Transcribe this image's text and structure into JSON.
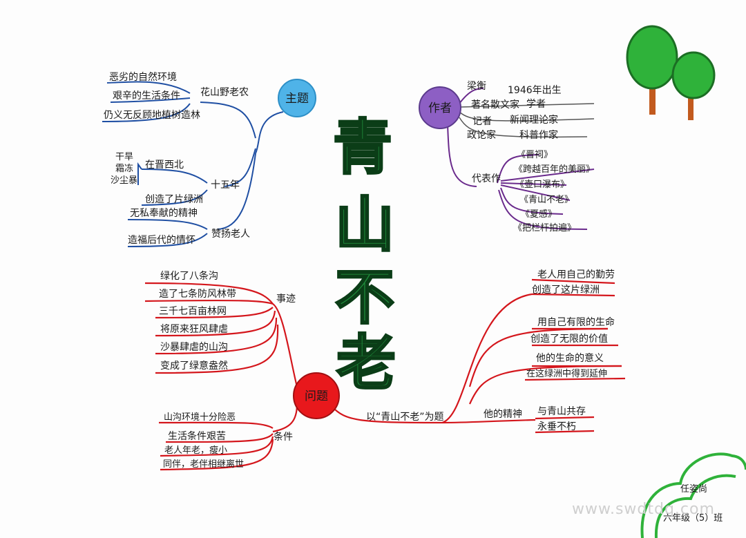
{
  "title": [
    "青",
    "山",
    "不",
    "老"
  ],
  "theme": {
    "node": "主题",
    "wild_env": {
      "label": "花山野老农",
      "items": [
        "恶劣的自然环境",
        "艰辛的生活条件",
        "仍义无反顾地植树造林"
      ]
    },
    "fifteen_years": {
      "label": "十五年",
      "place": "在晋西北",
      "disasters": [
        "干旱",
        "霜冻",
        "沙尘暴"
      ],
      "result": "创造了片绿洲"
    },
    "praise": {
      "label": "赞扬老人",
      "items": [
        "无私奉献的精神",
        "造福后代的情怀"
      ]
    }
  },
  "author": {
    "node": "作者",
    "lines": [
      "梁衡",
      "1946年出生",
      "著名散文家",
      "学者",
      "记者",
      "新闻理论家",
      "政论家",
      "科普作家"
    ],
    "works_label": "代表作",
    "works": [
      "《晋祠》",
      "《跨越百年的美丽》",
      "《壶口瀑布》",
      "《青山不老》",
      "《夏感》",
      "《把栏杆拍遍》"
    ]
  },
  "problem": {
    "node": "问题",
    "deeds": {
      "label": "事迹",
      "items": [
        "绿化了八条沟",
        "造了七条防风林带",
        "三千七百亩林网",
        "将原来狂风肆虐",
        "沙暴肆虐的山沟",
        "变成了绿意盎然"
      ]
    },
    "conditions": {
      "label": "条件",
      "items": [
        "山沟环境十分险恶",
        "生活条件艰苦",
        "老人年老，瘦小",
        "同伴，老伴相继离世"
      ]
    }
  },
  "meaning": {
    "link": "以“青山不老”为题",
    "items": [
      [
        "老人用自己的勤劳",
        "创造了这片绿洲"
      ],
      [
        "用自己有限的生命",
        "创造了无限的价值"
      ],
      [
        "他的生命的意义",
        "在这绿洲中得到延伸"
      ]
    ],
    "spirit": {
      "label": "他的精神",
      "items": [
        "与青山共存",
        "永垂不朽"
      ]
    }
  },
  "signature": [
    "任姿尚",
    "六年级（5）班"
  ],
  "watermark": "www.swdtdq.com",
  "colors": {
    "theme_branch": "#1f4fa3",
    "author_branch": "#6a2a8c",
    "problem_branch": "#d4161c",
    "theme_node": "#4fb3e8",
    "author_node": "#8d5fc4",
    "problem_node": "#e8181c",
    "title_green": "#1f8a3a",
    "tree_green": "#2fb23a"
  }
}
